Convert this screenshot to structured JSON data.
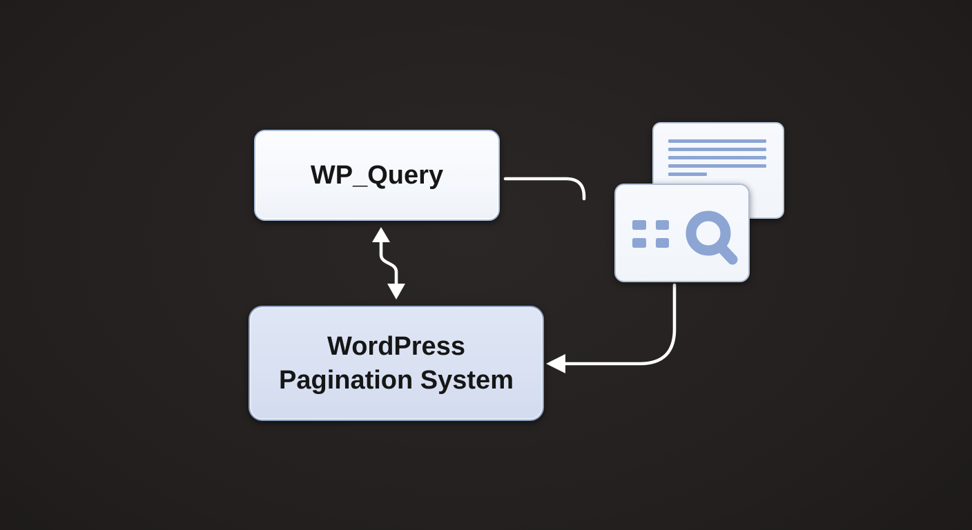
{
  "diagram": {
    "nodes": {
      "wp_query": {
        "label": "WP_Query"
      },
      "pagination": {
        "label": "WordPress Pagination System"
      }
    },
    "icons": {
      "document_card": "card-with-text-lines",
      "search_card": "card-with-grid-and-magnifier"
    },
    "edges": [
      {
        "from": "WP_Query",
        "to": "search-results-cards",
        "style": "plain-elbow"
      },
      {
        "from": "WP_Query",
        "to": "WordPress Pagination System",
        "style": "double-headed-s-curve"
      },
      {
        "from": "search-results-cards",
        "to": "WordPress Pagination System",
        "style": "curved-arrow"
      }
    ]
  },
  "colors": {
    "background": "#211e1d",
    "node_light_fill": "#f8fafd",
    "node_blue_fill": "#dce4f4",
    "node_light_border": "#a9bedb",
    "node_blue_border": "#8fa3c4",
    "card_fill": "#f3f6fb",
    "card_border": "#b9c7dc",
    "icon_blue": "#8da5d3",
    "edge_color": "#ffffff",
    "text_color": "#161616"
  }
}
